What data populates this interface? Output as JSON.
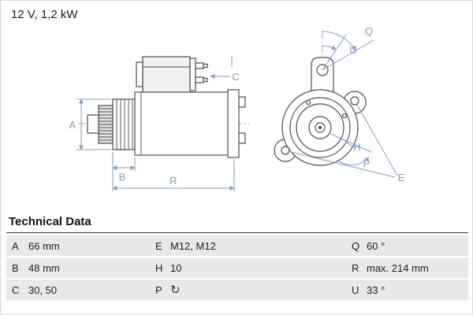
{
  "header": {
    "spec": "12 V, 1,2 kW"
  },
  "drawing": {
    "labels": {
      "A": "A",
      "B": "B",
      "C": "C",
      "R": "R",
      "Q": "Q",
      "U": "U",
      "H": "H",
      "P": "P",
      "E": "E"
    }
  },
  "tech": {
    "title": "Technical Data",
    "rows": [
      {
        "c1k": "A",
        "c1v": "66 mm",
        "c2k": "E",
        "c2v": "M12, M12",
        "c3k": "Q",
        "c3v": "60 °"
      },
      {
        "c1k": "B",
        "c1v": "48 mm",
        "c2k": "H",
        "c2v": "10",
        "c3k": "R",
        "c3v": "max. 214 mm"
      },
      {
        "c1k": "C",
        "c1v": "30, 50",
        "c2k": "P",
        "c2v": "↻",
        "c3k": "U",
        "c3v": "33 °"
      }
    ]
  },
  "colors": {
    "dimension_blue": "#7f9dc2",
    "line_gray": "#4d4d4d"
  }
}
